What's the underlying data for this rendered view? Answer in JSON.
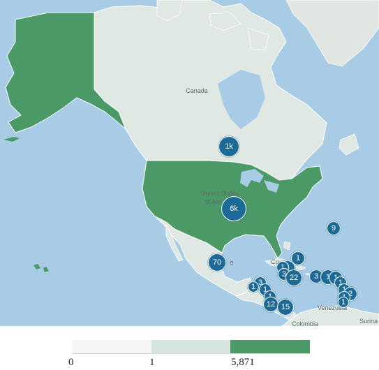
{
  "map": {
    "colors": {
      "ocean": "#a8cbe6",
      "land_none": "#dfe8e3",
      "land_low": "#d4e5df",
      "land_high": "#4b9966",
      "cluster": "#1e6a97"
    },
    "labels": {
      "canada": "Canada",
      "usa_line1": "United States",
      "usa_line2": "of Am",
      "mexico_fragment": "o",
      "cuba_fragment": "Cu",
      "venezuela": "Venezuela",
      "colombia": "Colombia",
      "suriname": "Surina"
    },
    "clusters": [
      {
        "label": "1k"
      },
      {
        "label": "6k"
      },
      {
        "label": "9"
      },
      {
        "label": "70"
      },
      {
        "label": "1"
      },
      {
        "label": "4"
      },
      {
        "label": "1"
      },
      {
        "label": "3"
      },
      {
        "label": "22"
      },
      {
        "label": "3"
      },
      {
        "label": "1"
      },
      {
        "label": "1"
      },
      {
        "label": "1"
      },
      {
        "label": "1"
      },
      {
        "label": "2"
      },
      {
        "label": "1"
      },
      {
        "label": "3"
      },
      {
        "label": "1"
      },
      {
        "label": "1"
      },
      {
        "label": "1"
      },
      {
        "label": "12"
      },
      {
        "label": "15"
      },
      {
        "label": "1"
      }
    ]
  },
  "legend": {
    "colors": [
      "#f5f5f5",
      "#d4e5df",
      "#4b9966"
    ],
    "ticks": [
      "0",
      "1",
      "5,871"
    ]
  }
}
